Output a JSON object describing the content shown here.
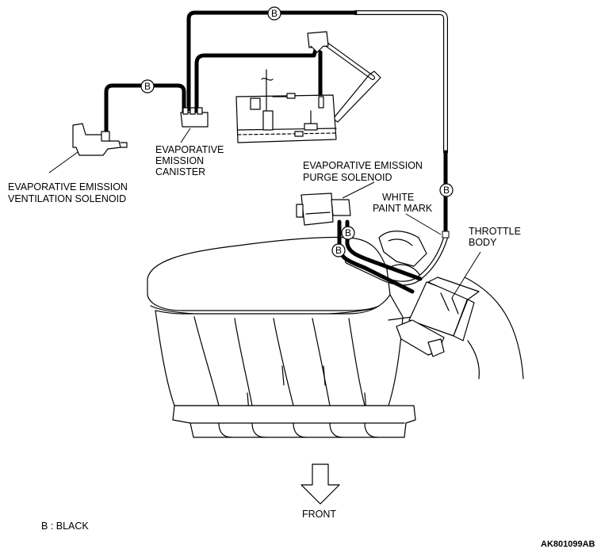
{
  "labels": {
    "ventilation_solenoid": [
      "EVAPORATIVE EMISSION",
      "VENTILATION SOLENOID"
    ],
    "canister": [
      "EVAPORATIVE",
      "EMISSION",
      "CANISTER"
    ],
    "purge_solenoid": [
      "EVAPORATIVE EMISSION",
      "PURGE SOLENOID"
    ],
    "white_paint_mark": [
      "WHITE",
      "PAINT MARK"
    ],
    "throttle_body": [
      "THROTTLE",
      "BODY"
    ],
    "front": "FRONT",
    "legend": "B : BLACK",
    "figure_id": "AK801099AB"
  },
  "hose_tag": "B"
}
